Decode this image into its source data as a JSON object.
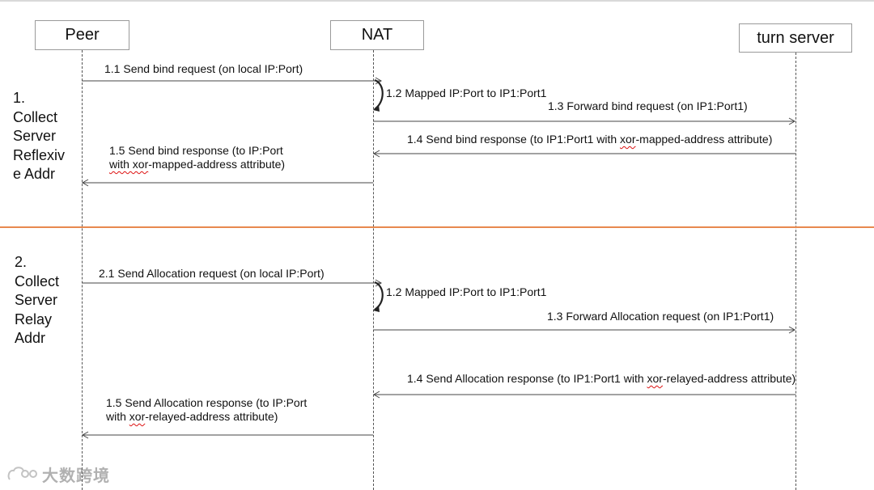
{
  "actors": {
    "peer": "Peer",
    "nat": "NAT",
    "turn": "turn server"
  },
  "sections": {
    "s1": [
      "1.",
      "Collect",
      "Server",
      "Reflexiv",
      "e Addr"
    ],
    "s2": [
      "2.",
      "Collect",
      "Server",
      "Relay",
      "Addr"
    ]
  },
  "messages1": {
    "m1_1": "1.1 Send bind request (on local IP:Port)",
    "m1_2": "1.2 Mapped IP:Port to IP1:Port1",
    "m1_3": "1.3 Forward bind request (on IP1:Port1)",
    "m1_4_pre": "1.4 Send bind response (to IP1:Port1 with ",
    "m1_4_sq": "xor",
    "m1_4_post": "-mapped-address attribute)",
    "m1_5_line1": "1.5 Send bind response (to IP:Port",
    "m1_5_sq": "with xor",
    "m1_5_post": "-mapped-address attribute)"
  },
  "messages2": {
    "m2_1": "2.1 Send Allocation request (on local IP:Port)",
    "m2_2": "1.2 Mapped IP:Port to IP1:Port1",
    "m2_3": "1.3 Forward Allocation request (on IP1:Port1)",
    "m2_4_pre": "1.4 Send Allocation response (to IP1:Port1 with ",
    "m2_4_sq": "xor",
    "m2_4_post": "-relayed-address attribute)",
    "m2_5_line1": "1.5 Send Allocation response (to IP:Port",
    "m2_5_pre": "with ",
    "m2_5_sq": "xor",
    "m2_5_post": "-relayed-address attribute)"
  },
  "watermark": {
    "text": "大数跨境",
    "icon": "cloud-logo-icon"
  },
  "colors": {
    "divider": "#e8894f",
    "squiggle": "#dd1111",
    "line": "#555555"
  }
}
